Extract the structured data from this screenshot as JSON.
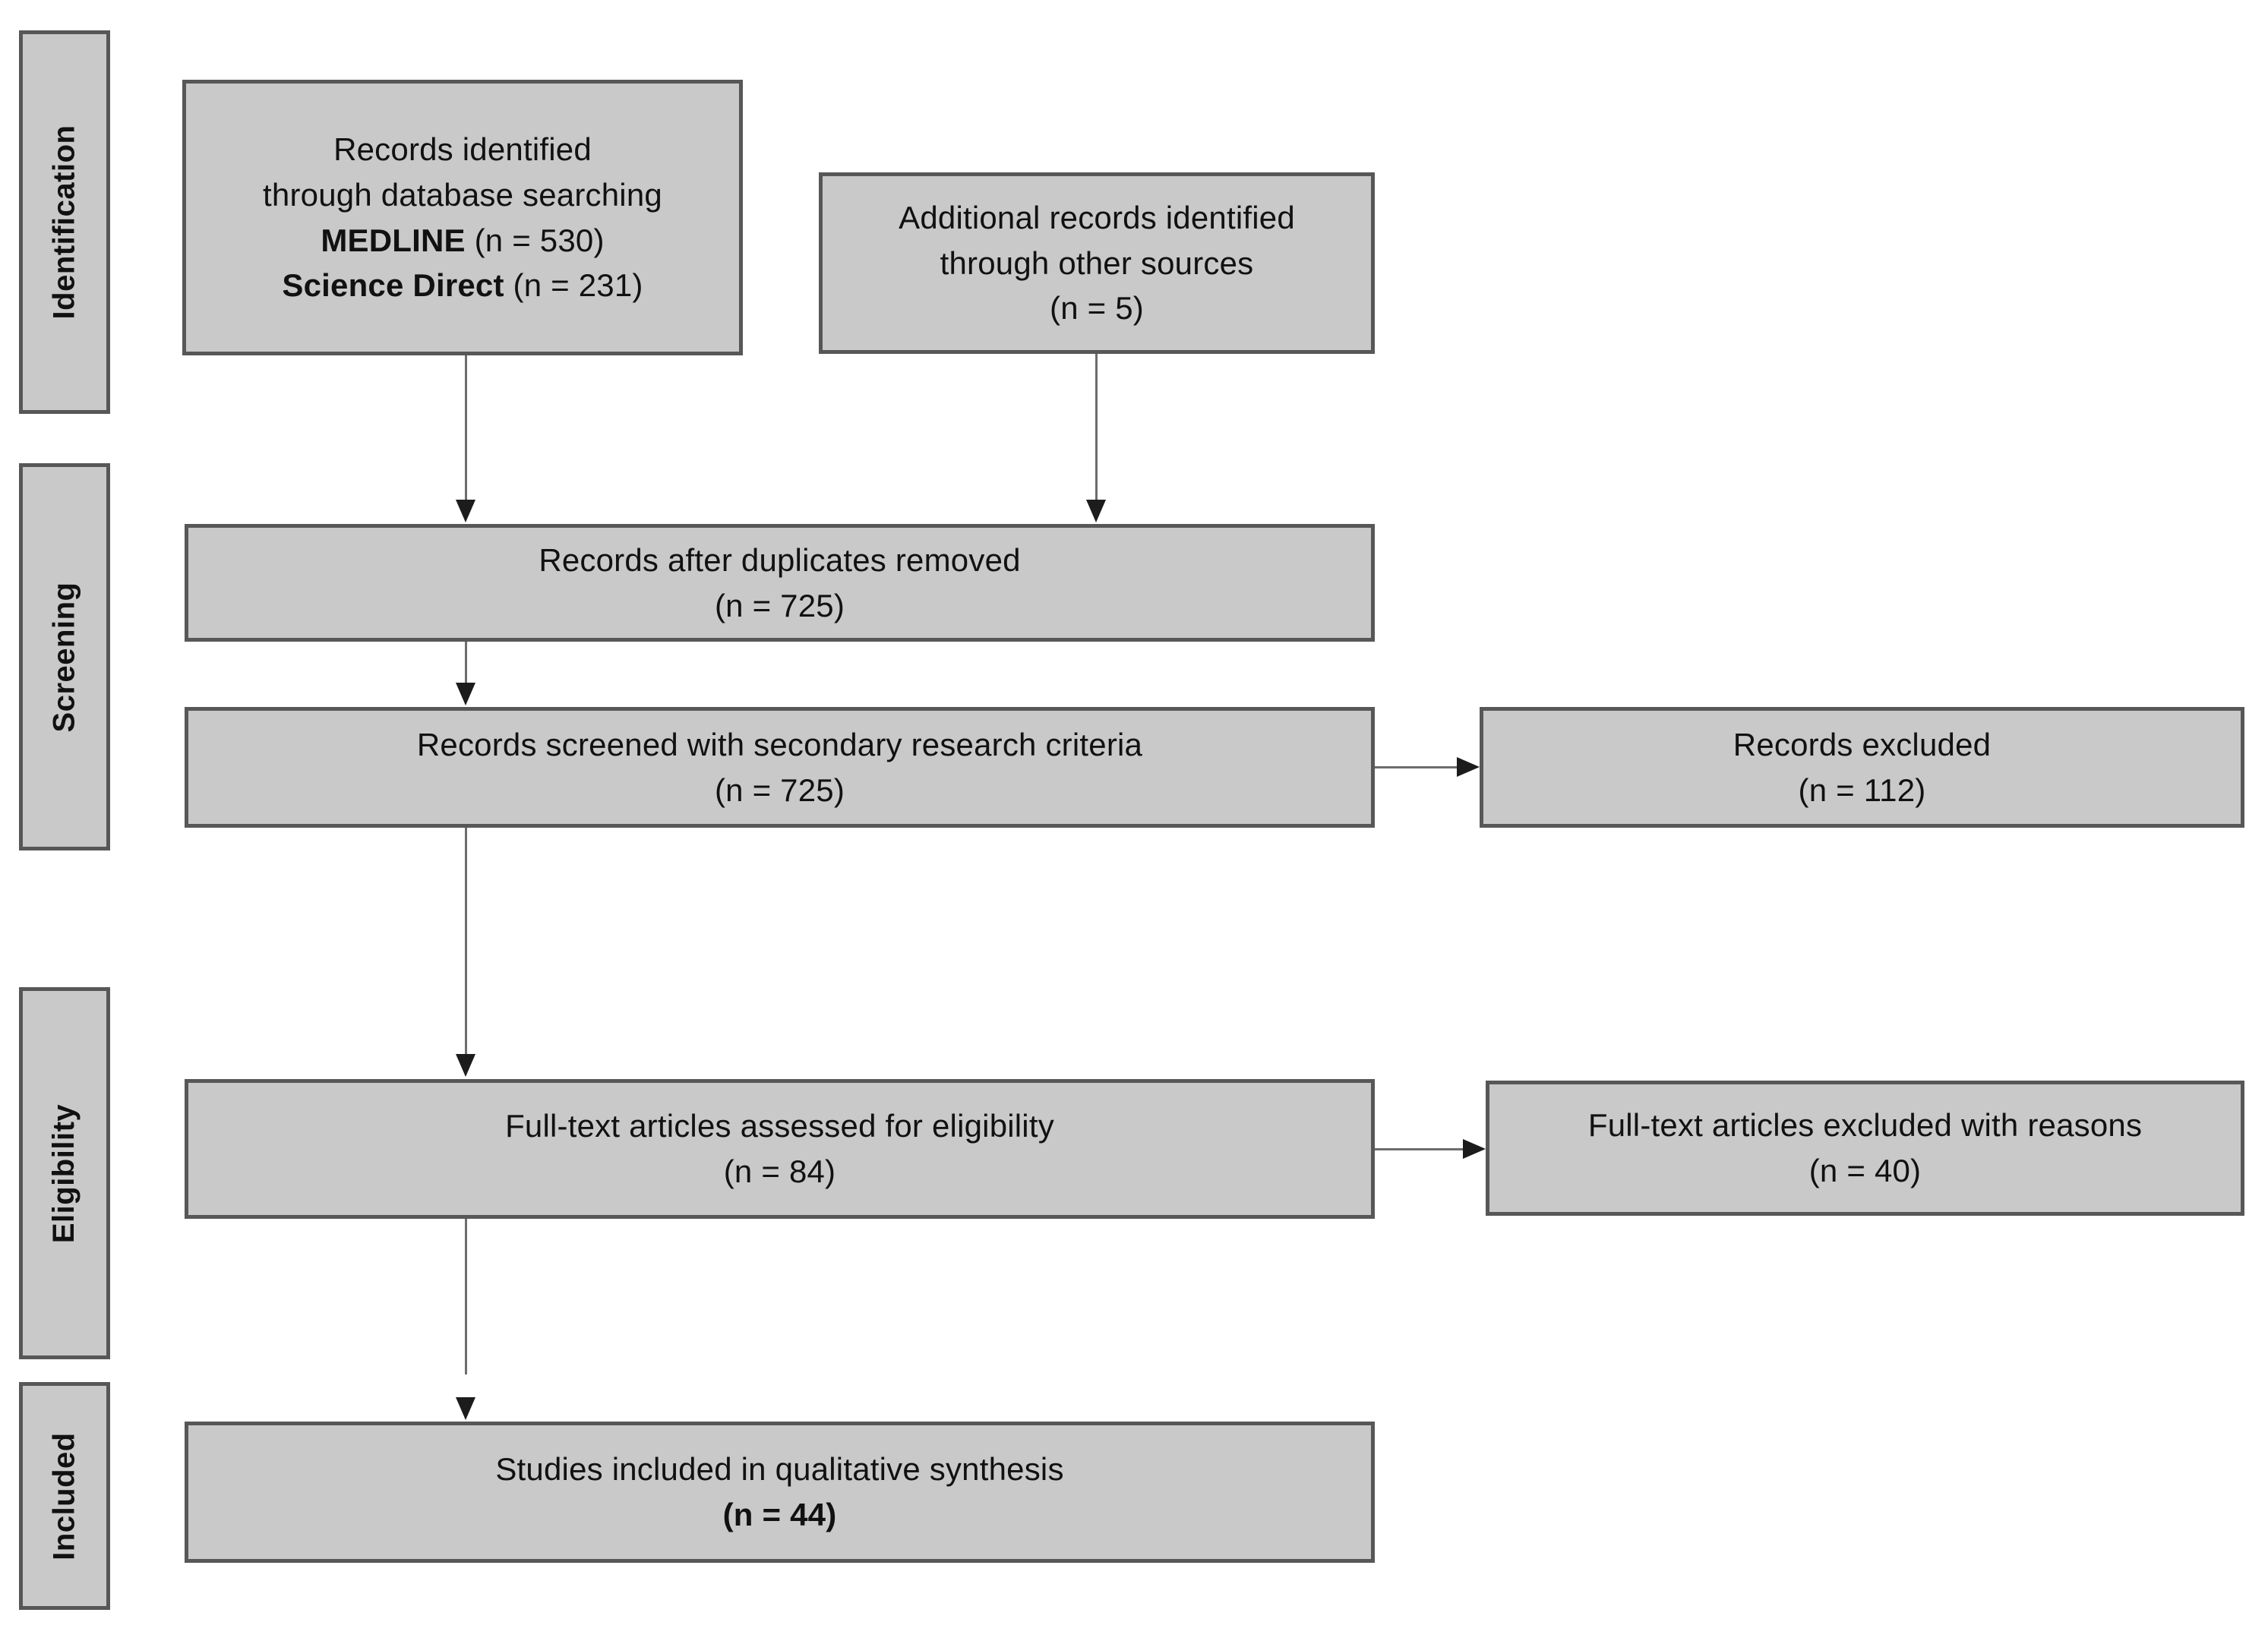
{
  "diagram": {
    "type": "prisma-flow-diagram",
    "colors": {
      "box_fill": "#c9c9c9",
      "box_border": "#575757",
      "connector": "#6d6d6d",
      "arrow_head": "#1c1c1c",
      "text": "#111111",
      "background": "#ffffff"
    },
    "stages": [
      {
        "key": "identification",
        "label": "Identification"
      },
      {
        "key": "screening",
        "label": "Screening"
      },
      {
        "key": "eligibility",
        "label": "Eligibility"
      },
      {
        "key": "included",
        "label": "Included"
      }
    ],
    "boxes": {
      "records_identified": {
        "line1": "Records identified",
        "line2": "through database searching",
        "line3_label": "MEDLINE",
        "line3_count": " (n = 530)",
        "line4_label": "Science Direct",
        "line4_count": " (n = 231)"
      },
      "additional_records": {
        "line1": "Additional records identified",
        "line2": "through other sources",
        "line3": "(n = 5)"
      },
      "duplicates_removed": {
        "line1": "Records after duplicates removed",
        "line2": "(n = 725)"
      },
      "records_screened": {
        "line1": "Records screened with secondary research criteria",
        "line2": "(n = 725)"
      },
      "records_excluded": {
        "line1": "Records excluded",
        "line2": "(n = 112)"
      },
      "fulltext_assessed": {
        "line1": "Full-text articles assessed for eligibility",
        "line2": "(n = 84)"
      },
      "fulltext_excluded": {
        "line1": "Full-text articles excluded with reasons",
        "line2": "(n = 40)"
      },
      "studies_included": {
        "line1": "Studies included in qualitative synthesis",
        "line2": "(n = 44)"
      }
    }
  }
}
